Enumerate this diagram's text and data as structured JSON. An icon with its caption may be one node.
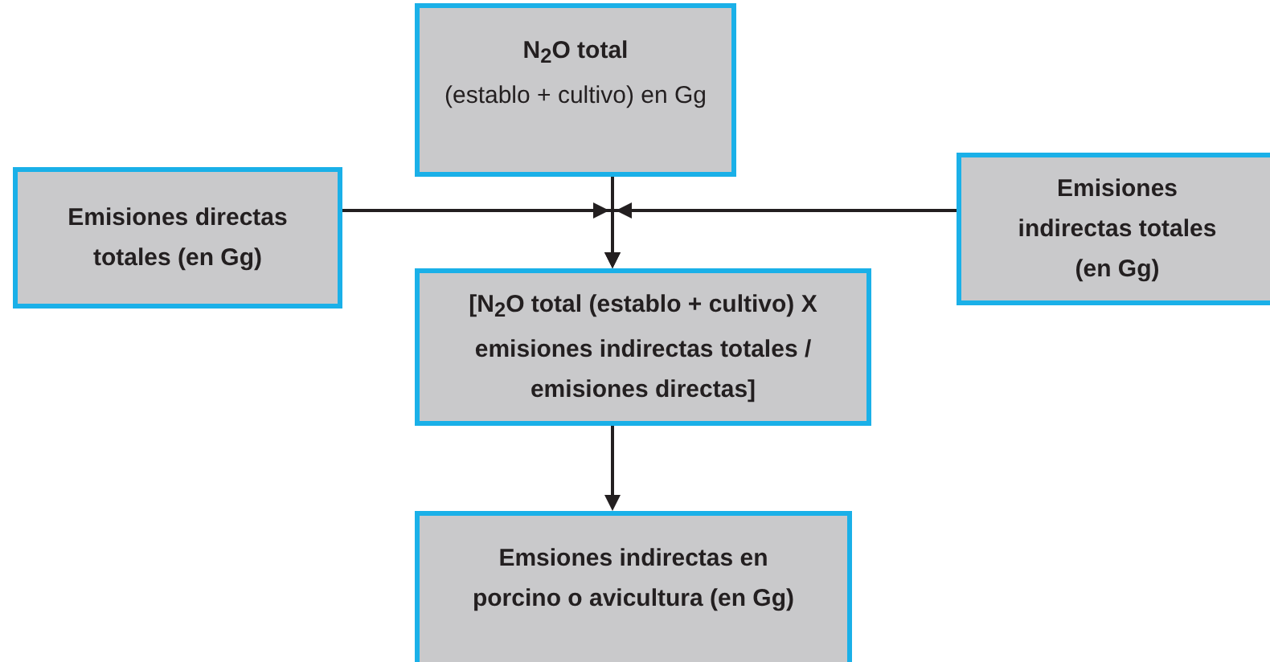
{
  "diagram": {
    "nodes": [
      {
        "text": [
          "N$_{2}$O total",
          "(establo + cultivo) en Gg"
        ]
      },
      {
        "text": [
          "Emisiones directas totales (en Gg)"
        ]
      },
      {
        "text": [
          "Emisiones indirectas totales (en Gg)"
        ]
      },
      {
        "text": [
          "[N$_{2}$O total (establo + cultivo) X emisiones indirectas totales / emisiones directas]"
        ]
      },
      {
        "text": [
          "Emsiones indirectas en porcino o avicultura (en Gg)"
        ]
      }
    ],
    "edges": [
      {
        "from": 0,
        "to": 3,
        "arrow": "to"
      },
      {
        "from": 1,
        "to": 3,
        "arrow": "to"
      },
      {
        "from": 2,
        "to": 3,
        "arrow": "to"
      },
      {
        "from": 3,
        "to": 4,
        "arrow": "to"
      }
    ]
  }
}
